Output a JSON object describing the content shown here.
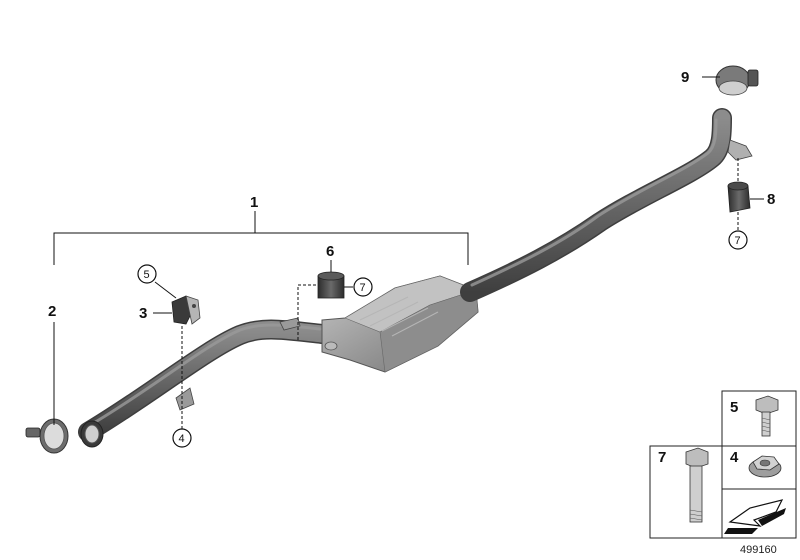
{
  "callouts": {
    "c1": "1",
    "c2": "2",
    "c3": "3",
    "c4": "4",
    "c5": "5",
    "c6": "6",
    "c7a": "7",
    "c7b": "7",
    "c8": "8",
    "c9": "9"
  },
  "legend": {
    "item5": "5",
    "item4": "4",
    "item7": "7"
  },
  "drawing_number": "499160",
  "colors": {
    "pipe": "#5e5e5e",
    "pipe_highlight": "#8a8a8a",
    "converter": "#9b9b9b",
    "part_dark": "#3d3d3d",
    "line": "#111111"
  },
  "icons": {
    "arrow": "directional-arrow-icon"
  }
}
